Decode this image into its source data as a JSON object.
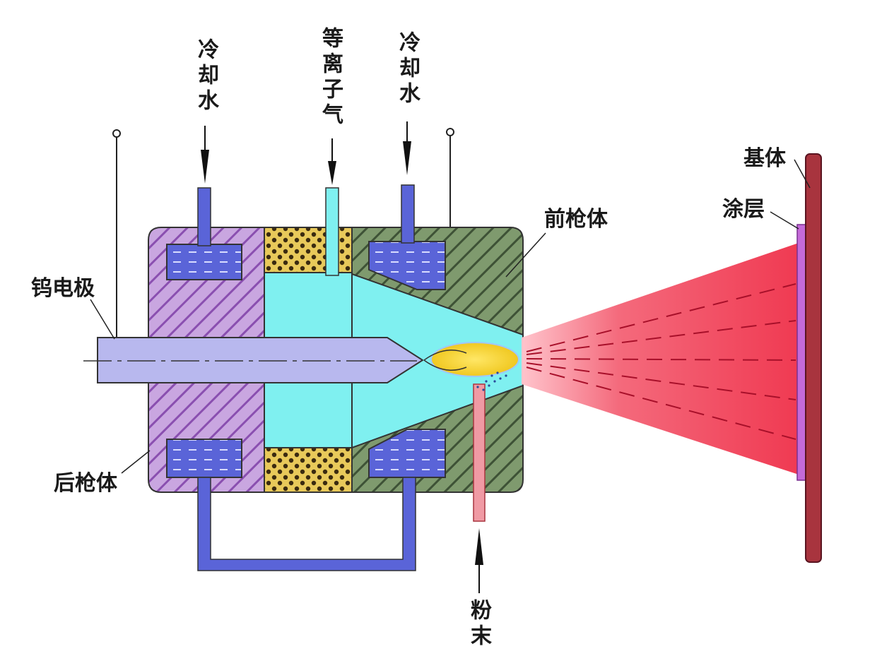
{
  "labels": {
    "cooling_water_left": "冷却水",
    "plasma_gas": "等离子气",
    "cooling_water_right": "冷却水",
    "front_gun_body": "前枪体",
    "substrate": "基体",
    "coating": "涂层",
    "tungsten_electrode": "钨电极",
    "rear_gun_body": "后枪体",
    "powder": "粉末"
  },
  "colors": {
    "rear_body": "#c9a6e0",
    "rear_hatch": "#8a4fb0",
    "front_body": "#7f9a6e",
    "front_hatch": "#3e5236",
    "insulator": "#e8c95a",
    "insulator_dots": "#3a2a10",
    "water": "#5a64d8",
    "gas": "#7ff0f0",
    "electrode": "#b8b8ee",
    "arc": "#f5d628",
    "plume": "#f24a5e",
    "substrate": "#a8343e",
    "coating": "#c46ad8",
    "powder_tube": "#f09aa4"
  }
}
